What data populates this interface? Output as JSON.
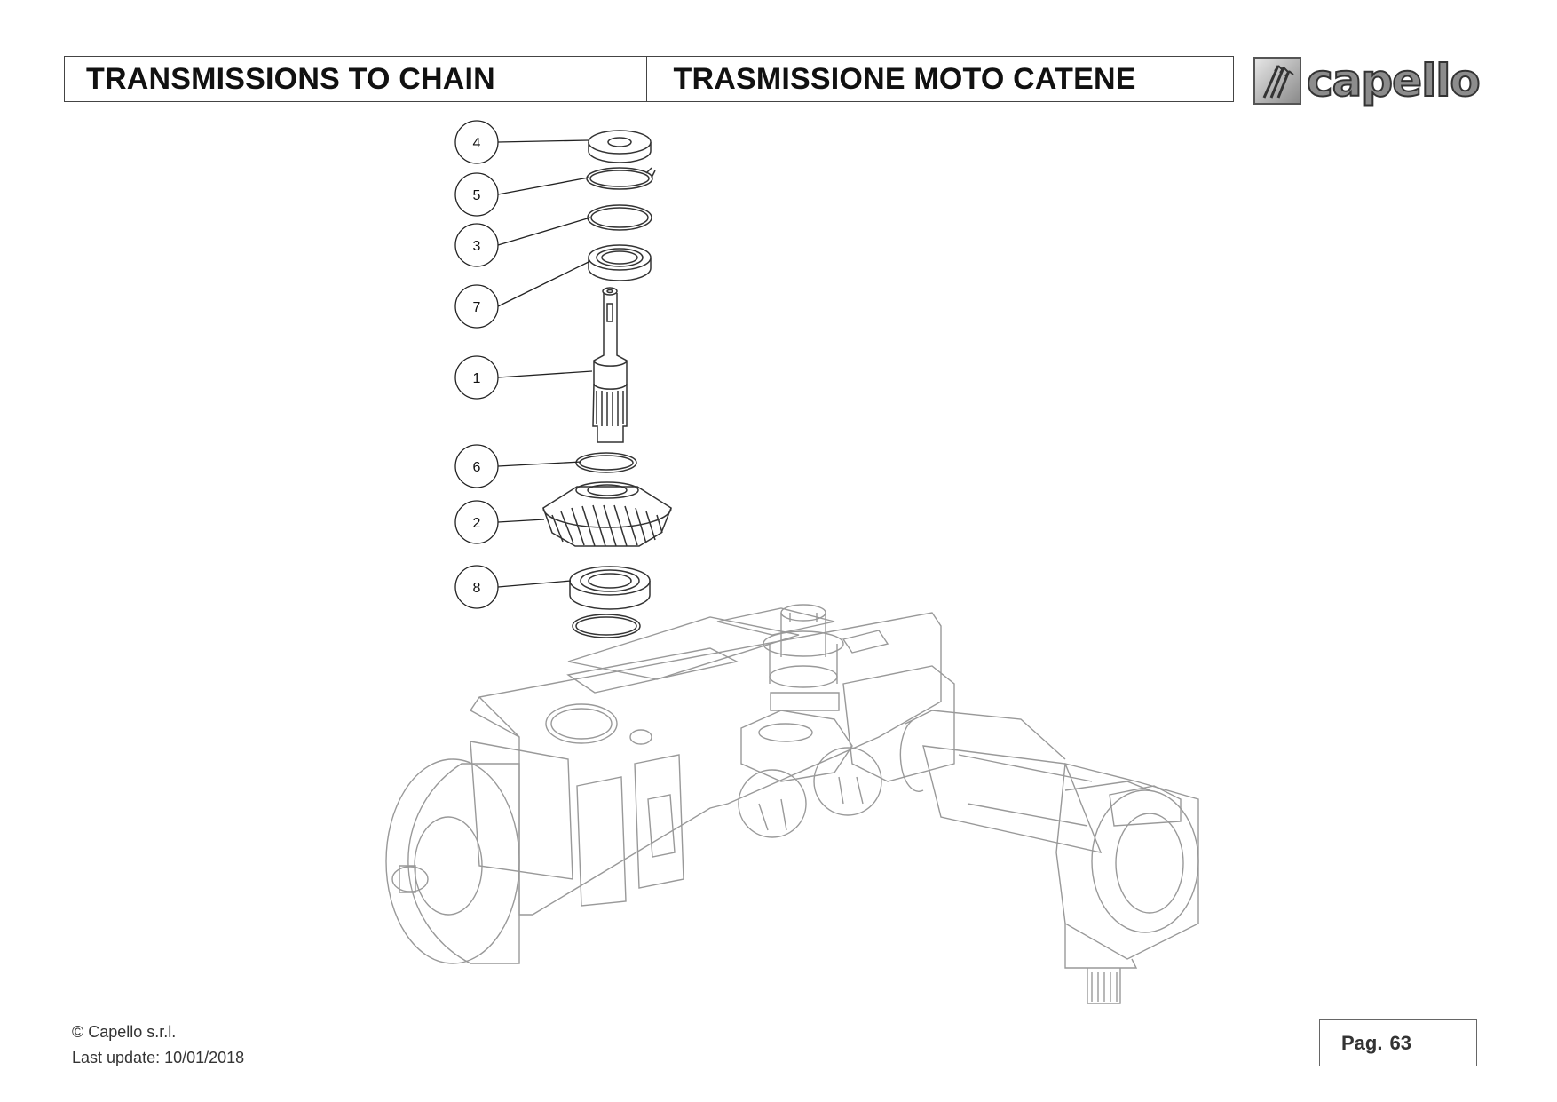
{
  "header": {
    "title_en": "TRANSMISSIONS TO CHAIN",
    "title_it": "TRASMISSIONE MOTO CATENE"
  },
  "logo": {
    "text": "capello"
  },
  "callouts": [
    {
      "number": "4",
      "part": "washer"
    },
    {
      "number": "5",
      "part": "snap-ring"
    },
    {
      "number": "3",
      "part": "o-ring"
    },
    {
      "number": "7",
      "part": "bearing"
    },
    {
      "number": "1",
      "part": "shaft"
    },
    {
      "number": "6",
      "part": "snap-ring"
    },
    {
      "number": "2",
      "part": "bevel-gear"
    },
    {
      "number": "8",
      "part": "bearing"
    }
  ],
  "footer": {
    "copyright": "© Capello s.r.l.",
    "last_update": "Last update: 10/01/2018",
    "page_label": "Pag.",
    "page_number": "63"
  }
}
